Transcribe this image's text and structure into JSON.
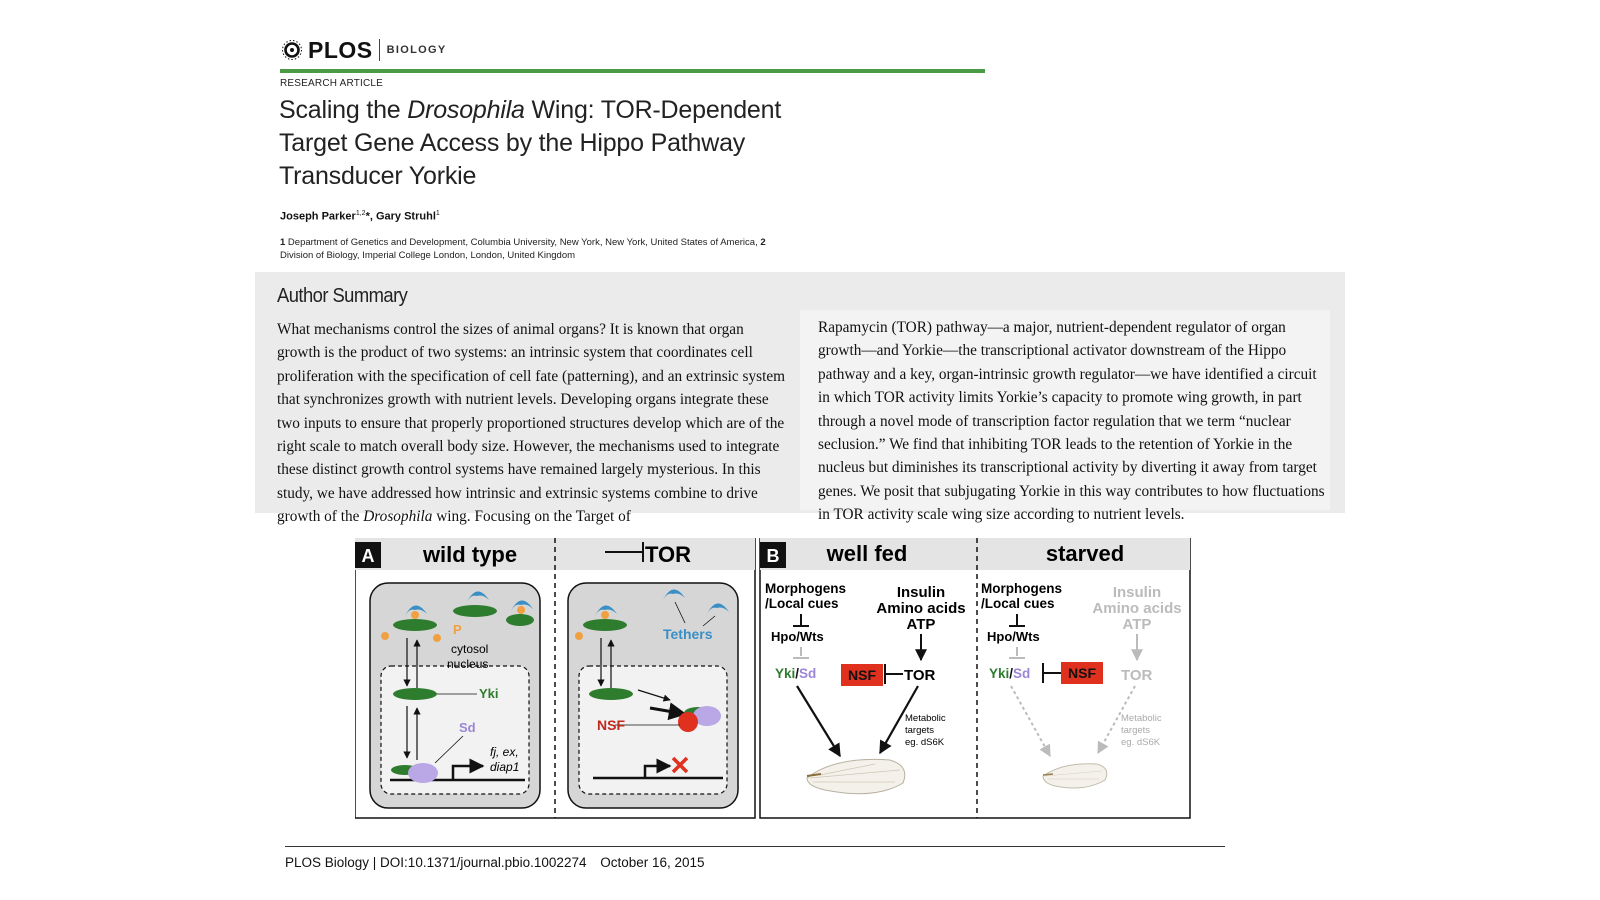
{
  "header": {
    "logo_text": "PLOS",
    "journal": "BIOLOGY",
    "article_type": "RESEARCH ARTICLE"
  },
  "title": {
    "part1": "Scaling the ",
    "italic": "Drosophila",
    "part2": " Wing: TOR-Dependent Target Gene Access by the Hippo Pathway Transducer Yorkie"
  },
  "authors": {
    "author1": "Joseph Parker",
    "author1_sup": "1,2",
    "author1_mark": "*",
    "separator": ", ",
    "author2": "Gary Struhl",
    "author2_sup": "1"
  },
  "affiliations": {
    "num1": "1",
    "text1": " Department of Genetics and Development, Columbia University, New York, New York, United States of America, ",
    "num2": "2",
    "text2": " Division of Biology, Imperial College London, London, United Kingdom"
  },
  "summary": {
    "heading": "Author Summary",
    "left_a": "What mechanisms control the sizes of animal organs? It is known that organ growth is the product of two systems: an intrinsic system that coordinates cell proliferation with the specification of cell fate (patterning), and an extrinsic system that synchronizes growth with nutrient levels. Developing organs integrate these two inputs to ensure that properly proportioned structures develop which are of the right scale to match overall body size. However, the mechanisms used to integrate these distinct growth control systems have remained largely mysterious. In this study, we have addressed how intrinsic and extrinsic systems combine to drive growth of the ",
    "left_italic": "Drosophila",
    "left_b": " wing. Focusing on the Target of",
    "right": "Rapamycin (TOR) pathway—a major, nutrient-dependent regulator of organ growth—and Yorkie—the transcriptional activator downstream of the Hippo pathway and a key, organ-intrinsic growth regulator—we have identified a circuit in which TOR activity limits Yorkie’s capacity to promote wing growth, in part through a novel mode of transcription factor regulation that we term “nuclear seclusion.” We find that inhibiting TOR leads to the retention of Yorkie in the nucleus but diminishes its transcriptional activity by diverting it away from target genes. We posit that subjugating Yorkie in this way contributes to how fluctuations in TOR activity scale wing size according to nutrient levels."
  },
  "figure": {
    "panel_a": {
      "letter": "A",
      "col1_title": "wild type",
      "col2_title": "TOR",
      "p_label": "P",
      "cytosol": "cytosol",
      "nucleus": "nucleus",
      "yki": "Yki",
      "sd": "Sd",
      "genes_line1": "fj, ex,",
      "genes_line2": "diap1",
      "tethers": "Tethers",
      "nsf": "NSF"
    },
    "panel_b": {
      "letter": "B",
      "col1_title": "well fed",
      "col2_title": "starved",
      "morph1": "Morphogens",
      "morph2": "/Local cues",
      "insulin": "Insulin",
      "amino": "Amino acids",
      "atp": "ATP",
      "hpo": "Hpo/Wts",
      "yki": "Yki",
      "slash": "/",
      "sd": "Sd",
      "nsf": "NSF",
      "tor": "TOR",
      "meta1": "Metabolic",
      "meta2": "targets",
      "meta3": "eg. dS6K"
    },
    "colors": {
      "green": "#2e7d2e",
      "purple": "#b9a7e6",
      "red": "#e0301e",
      "blue": "#3a8fc4",
      "orange": "#f0a040",
      "gray_text": "#aaaaaa"
    }
  },
  "footer": {
    "journal": "PLOS Biology | DOI:10.1371/journal.pbio.1002274",
    "date": "October 16, 2015"
  }
}
